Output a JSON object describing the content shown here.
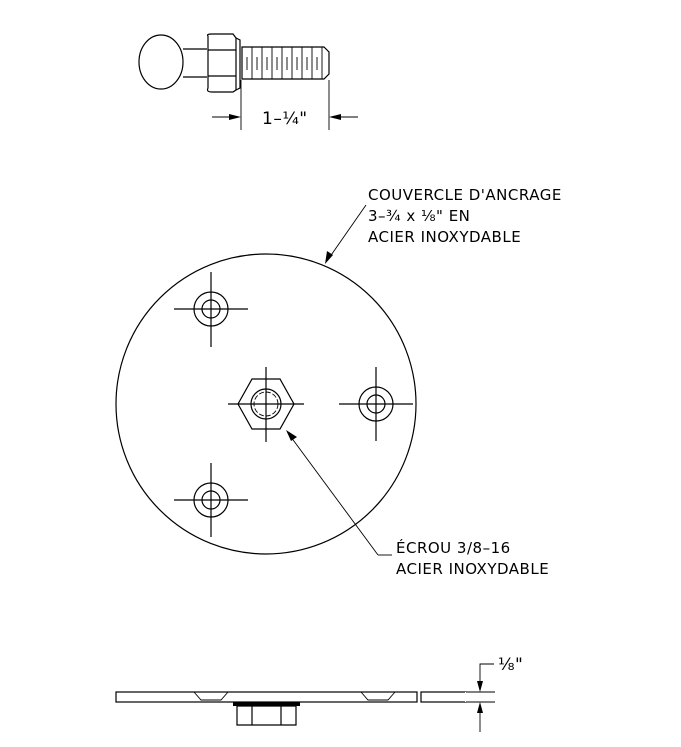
{
  "labels": {
    "bolt_length": "1–¼\"",
    "cover_line1": "COUVERCLE  D'ANCRAGE",
    "cover_line2": "3–¾ x ⅛\"  EN",
    "cover_line3": "ACIER INOXYDABLE",
    "nut_line1": "ÉCROU 3/8–16",
    "nut_line2": "ACIER INOXYDABLE",
    "thickness": "⅛\""
  }
}
